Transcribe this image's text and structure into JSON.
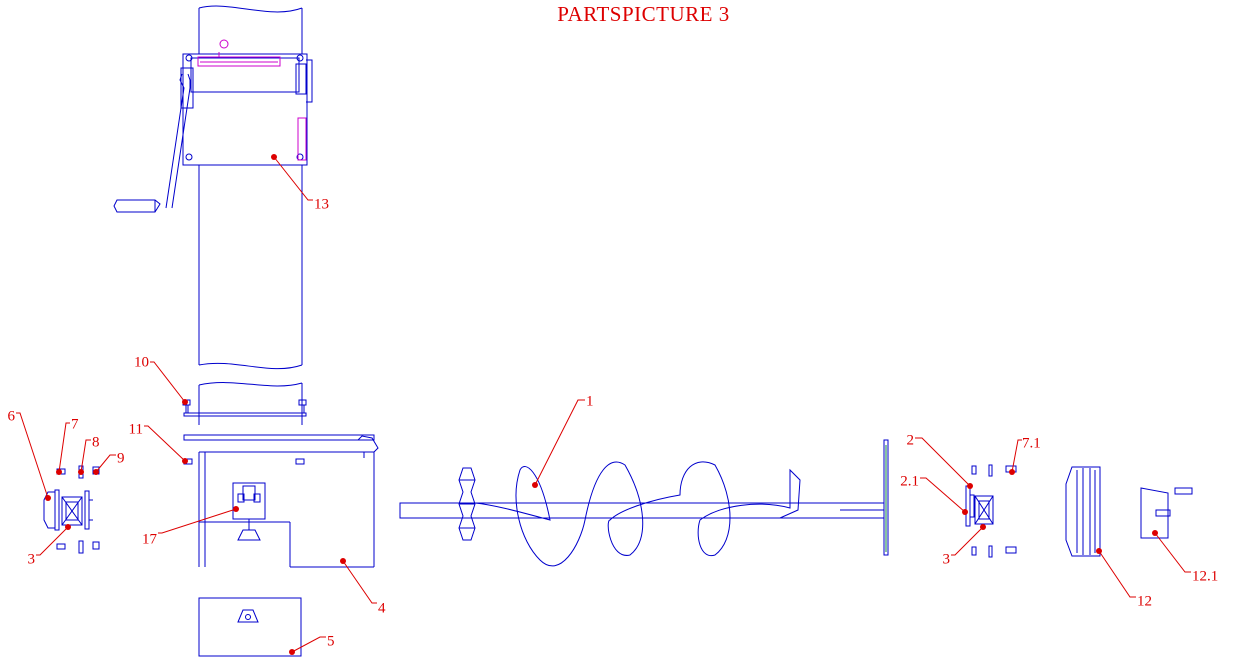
{
  "title": "PARTSPICTURE 3",
  "colors": {
    "outline": "#0000cc",
    "callout": "#dd0000",
    "highlight": "#cc00cc",
    "blade": "#118844"
  },
  "callouts": {
    "c1": "1",
    "c2": "2",
    "c2_1": "2.1",
    "c3_left": "3",
    "c3_right": "3",
    "c4": "4",
    "c5": "5",
    "c6": "6",
    "c7": "7",
    "c7_1": "7.1",
    "c8": "8",
    "c9": "9",
    "c10": "10",
    "c11": "11",
    "c12": "12",
    "c12_1": "12.1",
    "c13": "13",
    "c17": "17"
  }
}
